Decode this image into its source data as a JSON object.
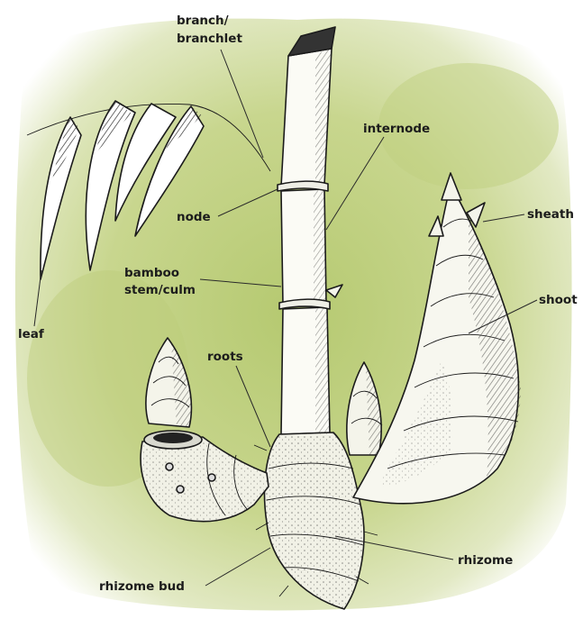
{
  "diagram": {
    "background_color": "#c9d68f",
    "ink_color": "#1b1b1b",
    "labels": {
      "branch": "branch/",
      "branchlet": "branchlet",
      "internode": "internode",
      "node": "node",
      "sheath": "sheath",
      "shoot": "shoot",
      "bamboo": "bamboo",
      "stem_culm": "stem/culm",
      "leaf": "leaf",
      "roots": "roots",
      "rhizome": "rhizome",
      "rhizome_bud": "rhizome bud"
    }
  }
}
